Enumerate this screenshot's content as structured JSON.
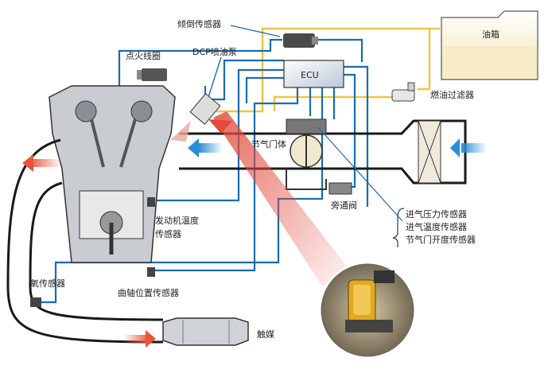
{
  "labels": {
    "tilt_sensor": "倾倒传感器",
    "fuel_tank": "油箱",
    "ignition_coil": "点火线圈",
    "dcp_pump": "DCP喷油泵",
    "ecu": "ECU",
    "fuel_filter": "燃油过滤器",
    "throttle_body": "节气门体",
    "bypass_valve": "旁通阀",
    "engine_temp_sensor_line1": "发动机温度",
    "engine_temp_sensor_line2": "传感器",
    "oxygen_sensor": "氧传感器",
    "crank_sensor": "曲轴位置传感器",
    "intake_pressure_sensor": "进气压力传感器",
    "intake_temp_sensor": "进气温度传感器",
    "throttle_position_sensor": "节气门开度传感器",
    "catalyst": "触媒"
  },
  "colors": {
    "signal_wire": "#1a6cb0",
    "fuel_line": "#f2c343",
    "tank_fill": "#f7ecc6",
    "flow_arrow": "#2b8fd6",
    "exhaust_arrow": "#e8553a",
    "highlight_beam": "#e24a3b",
    "ecu_fill": "#dfe8f2"
  }
}
